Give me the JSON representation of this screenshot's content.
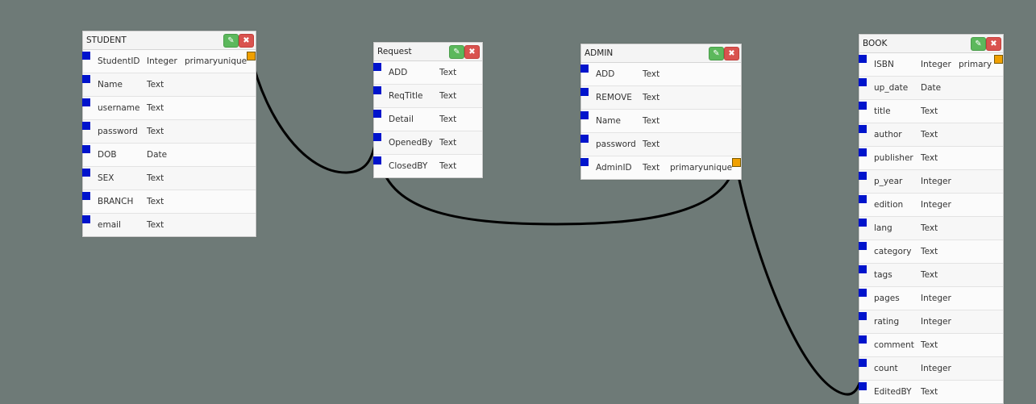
{
  "tables": [
    {
      "id": "student",
      "title": "STUDENT",
      "columns": [
        {
          "name": "StudentID",
          "type": "Integer",
          "attr": "primaryunique",
          "pk": true
        },
        {
          "name": "Name",
          "type": "Text",
          "attr": ""
        },
        {
          "name": "username",
          "type": "Text",
          "attr": ""
        },
        {
          "name": "password",
          "type": "Text",
          "attr": ""
        },
        {
          "name": "DOB",
          "type": "Date",
          "attr": ""
        },
        {
          "name": "SEX",
          "type": "Text",
          "attr": ""
        },
        {
          "name": "BRANCH",
          "type": "Text",
          "attr": ""
        },
        {
          "name": "email",
          "type": "Text",
          "attr": ""
        }
      ]
    },
    {
      "id": "request",
      "title": "Request",
      "columns": [
        {
          "name": "ADD",
          "type": "Text",
          "attr": ""
        },
        {
          "name": "ReqTitle",
          "type": "Text",
          "attr": ""
        },
        {
          "name": "Detail",
          "type": "Text",
          "attr": ""
        },
        {
          "name": "OpenedBy",
          "type": "Text",
          "attr": ""
        },
        {
          "name": "ClosedBY",
          "type": "Text",
          "attr": ""
        }
      ]
    },
    {
      "id": "admin",
      "title": "ADMIN",
      "columns": [
        {
          "name": "ADD",
          "type": "Text",
          "attr": ""
        },
        {
          "name": "REMOVE",
          "type": "Text",
          "attr": ""
        },
        {
          "name": "Name",
          "type": "Text",
          "attr": ""
        },
        {
          "name": "password",
          "type": "Text",
          "attr": ""
        },
        {
          "name": "AdminID",
          "type": "Text",
          "attr": "primaryunique",
          "pk": true
        }
      ]
    },
    {
      "id": "book",
      "title": "BOOK",
      "columns": [
        {
          "name": "ISBN",
          "type": "Integer",
          "attr": "primary",
          "pk": true
        },
        {
          "name": "up_date",
          "type": "Date",
          "attr": ""
        },
        {
          "name": "title",
          "type": "Text",
          "attr": ""
        },
        {
          "name": "author",
          "type": "Text",
          "attr": ""
        },
        {
          "name": "publisher",
          "type": "Text",
          "attr": ""
        },
        {
          "name": "p_year",
          "type": "Integer",
          "attr": ""
        },
        {
          "name": "edition",
          "type": "Integer",
          "attr": ""
        },
        {
          "name": "lang",
          "type": "Text",
          "attr": ""
        },
        {
          "name": "category",
          "type": "Text",
          "attr": ""
        },
        {
          "name": "tags",
          "type": "Text",
          "attr": ""
        },
        {
          "name": "pages",
          "type": "Integer",
          "attr": ""
        },
        {
          "name": "rating",
          "type": "Integer",
          "attr": ""
        },
        {
          "name": "comment",
          "type": "Text",
          "attr": ""
        },
        {
          "name": "count",
          "type": "Integer",
          "attr": ""
        },
        {
          "name": "EditedBY",
          "type": "Text",
          "attr": ""
        }
      ]
    }
  ],
  "relations": [
    {
      "from": "student.StudentID",
      "to": "request.OpenedBy"
    },
    {
      "from": "admin.AdminID",
      "to": "request.ClosedBY"
    },
    {
      "from": "admin.AdminID",
      "to": "book.EditedBY"
    }
  ],
  "icons": {
    "edit": "edit-icon",
    "delete": "close-icon"
  },
  "colors": {
    "canvas": "#6e7a77",
    "port": "#0014cc",
    "primary_key": "#f0a000",
    "edit_button": "#5cb85c",
    "delete_button": "#d9534f",
    "link": "#000000"
  }
}
